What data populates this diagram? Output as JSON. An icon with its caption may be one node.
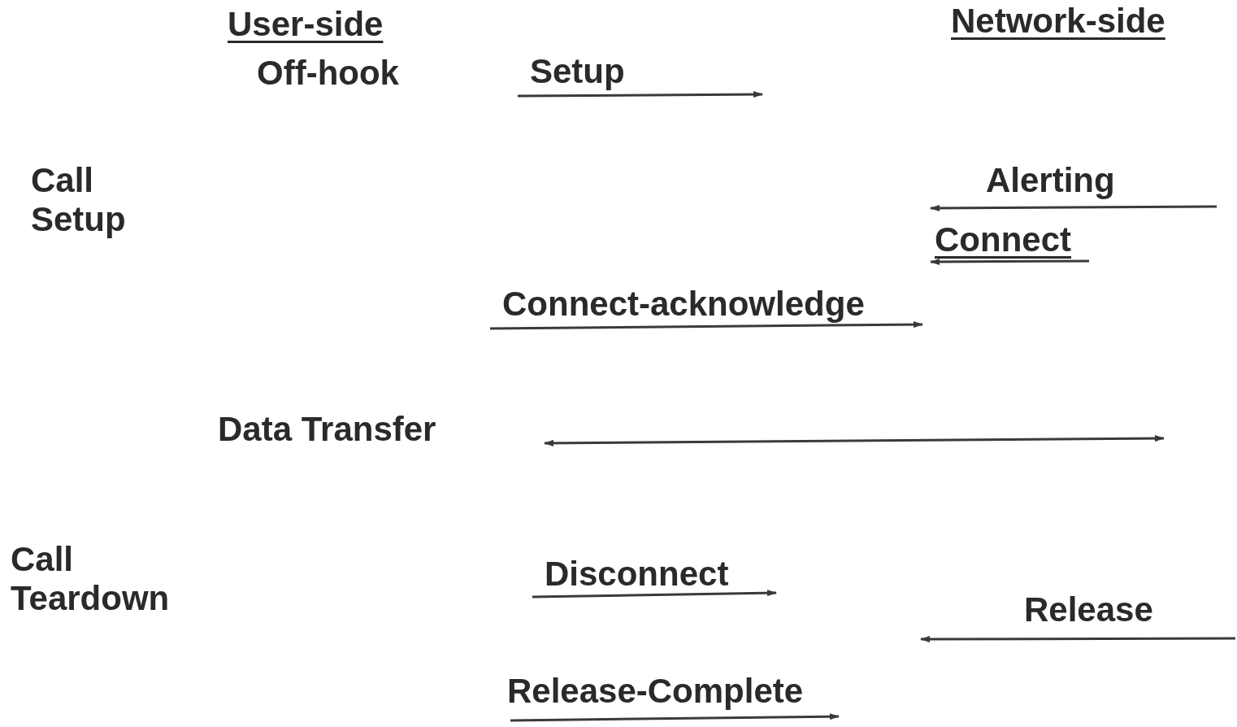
{
  "diagram": {
    "labels": [
      "User-side",
      "Network-side",
      "Off-hook",
      "Setup",
      "Call Setup",
      "Alerting",
      "Connect",
      "Connect-acknowledge",
      "Data Transfer",
      "Call Teardown",
      "Disconnect",
      "Release",
      "Release-Complete"
    ]
  }
}
